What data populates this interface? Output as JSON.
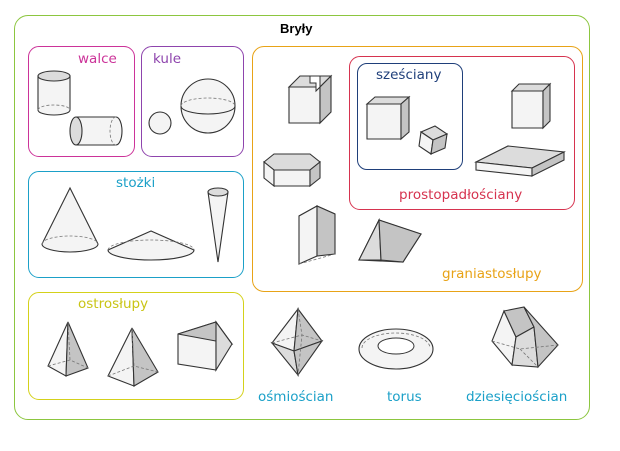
{
  "title": "Bryły",
  "colors": {
    "outer": "#8cc63f",
    "walce": "#cc3399",
    "kule": "#8e44ad",
    "stozki": "#1ba0c8",
    "graniastoslupy": "#e8a317",
    "szesciany": "#1f3f7a",
    "prostopadloscany": "#d6334f",
    "ostroslupy": "#d4d11a",
    "bottom_labels": "#1ba0c8"
  },
  "groups": {
    "walce": {
      "label": "walce"
    },
    "kule": {
      "label": "kule"
    },
    "stozki": {
      "label": "stożki"
    },
    "graniastoslupy": {
      "label": "graniastosłupy"
    },
    "szesciany": {
      "label": "sześciany"
    },
    "prostopadlosciany": {
      "label": "prostopadłościany"
    },
    "ostroslupy": {
      "label": "ostrosłupy"
    }
  },
  "standalone": {
    "osmioscian": "ośmiościan",
    "torus": "torus",
    "dziesiecioscian": "dziesięciościan"
  }
}
